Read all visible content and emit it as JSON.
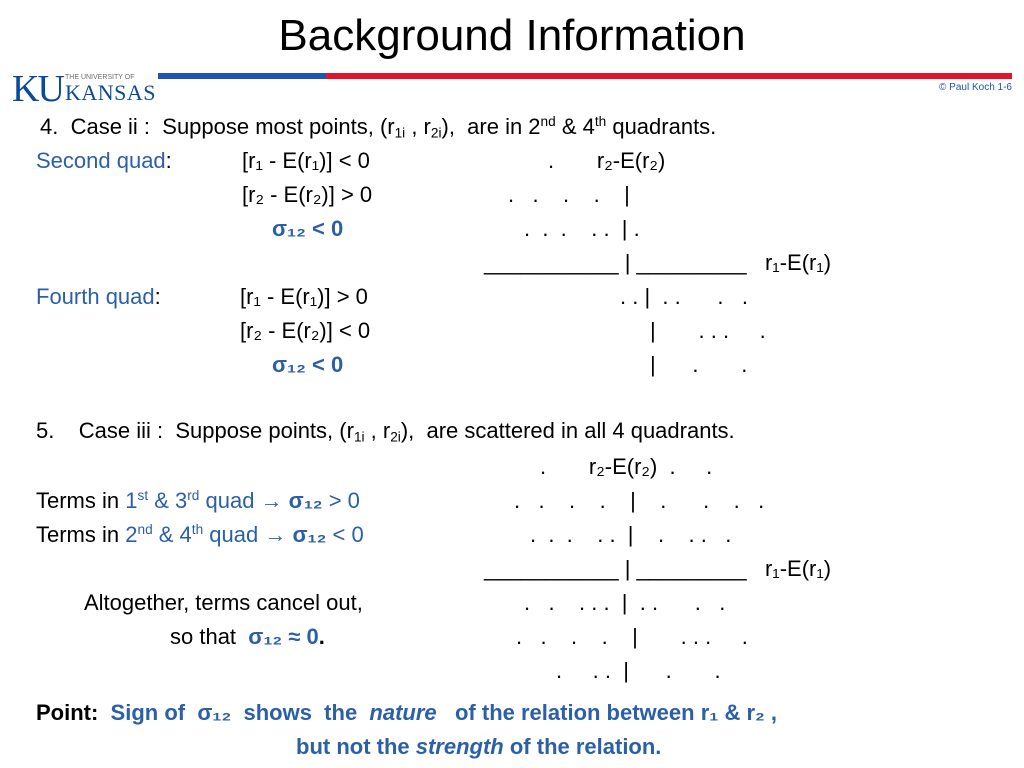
{
  "title": "Background Information",
  "logo": {
    "ku": "KU",
    "university": "THE UNIVERSITY OF",
    "kansas": "KANSAS"
  },
  "footer": "© Paul Koch 1-6",
  "colors": {
    "accent_blue": "#2b5fa8",
    "logo_blue": "#0b4a9a",
    "bar_blue": "#1f55b0",
    "bar_red": "#e0142a"
  },
  "case_ii": {
    "heading_a": "4.  Case ii :  Suppose most points, (r",
    "sub_1i": "1i",
    "comma": " , r",
    "sub_2i": "2i",
    "heading_b": "),  are in 2",
    "sup_nd": "nd",
    "amp": " & 4",
    "sup_th": "th",
    "heading_c": " quadrants."
  },
  "second_quad": {
    "label": "Second quad",
    "colon": ":",
    "eq1": "[r₁ - E(r₁)] < 0",
    "eq2": "[r₂ - E(r₂)] > 0",
    "sigma": "σ₁₂ < 0"
  },
  "fourth_quad": {
    "label": "Fourth quad",
    "colon": ":",
    "eq1": "[r₁ - E(r₁)] > 0",
    "eq2": "[r₂ - E(r₂)] < 0",
    "sigma": "σ₁₂ < 0"
  },
  "plot1": {
    "row1": ".       r₂-E(r₂)",
    "row2": ".   .    .    .    |",
    "row3": ".  .  .    . .  | .",
    "row4": "___________ | _________   r₁-E(r₁)",
    "row5": ". . |  . .      .   .",
    "row6": "|       . . .     .",
    "row7": "|      .       ."
  },
  "case_iii": {
    "heading_a": "5.    Case iii :  Suppose points, (r",
    "sub_1i": "1i",
    "comma": " , r",
    "sub_2i": "2i",
    "heading_b": "),  are scattered in all 4 quadrants."
  },
  "terms_13": {
    "lead": "Terms in ",
    "n1": "1",
    "sup1": "st",
    "amp": " & 3",
    "sup3": "rd",
    "quad": " quad →",
    "sigma": " σ₁₂",
    "rel": " > 0"
  },
  "terms_24": {
    "lead": "Terms in ",
    "n1": "2",
    "sup1": "nd",
    "amp": " & 4",
    "sup3": "th",
    "quad": " quad →",
    "sigma": " σ₁₂",
    "rel": " < 0"
  },
  "cancel": {
    "line1": "Altogether, terms cancel out,",
    "line2_a": "so that  ",
    "line2_sigma": "σ₁₂ ≈ 0",
    "line2_b": "."
  },
  "plot2": {
    "row1": ".       r₂-E(r₂)  .     .",
    "row2": ".   .    .    .    |    .      .    .   .",
    "row3": ".  .  .    . .  |    .    . .   .",
    "row4": "___________ | _________   r₁-E(r₁)",
    "row5": ".   .    . . .  |  . .      .   .",
    "row6": ".   .    .    .    |       . . .     .",
    "row7": ".     . .  |      .       ."
  },
  "point": {
    "label": "Point:",
    "a": "  Sign of  ",
    "sigma": "σ₁₂",
    "b": "  shows  the  ",
    "nature": "nature",
    "c": "   of the relation between r₁ & r₂ ,",
    "d": "but not the ",
    "strength": "strength",
    "e": " of the relation."
  }
}
